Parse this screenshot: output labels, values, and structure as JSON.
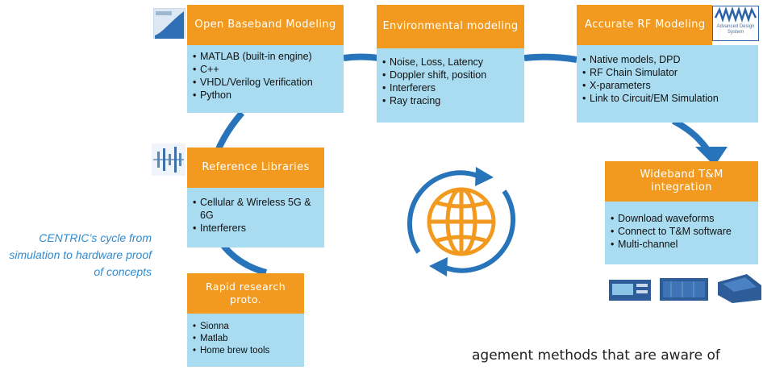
{
  "boxes": {
    "baseband": {
      "title": "Open Baseband Modeling",
      "items": [
        "MATLAB (built-in engine)",
        "C++",
        "VHDL/Verilog Verification",
        "Python"
      ]
    },
    "environmental": {
      "title": "Environmental modeling",
      "items": [
        "Noise, Loss, Latency",
        "Doppler shift, position",
        "Interferers",
        "Ray tracing"
      ]
    },
    "rf": {
      "title": "Accurate RF Modeling",
      "items": [
        "Native models, DPD",
        "RF Chain Simulator",
        "X-parameters",
        "Link to Circuit/EM Simulation"
      ]
    },
    "reference": {
      "title": "Reference Libraries",
      "items": [
        "Cellular & Wireless 5G & 6G",
        "Interferers"
      ]
    },
    "wideband": {
      "title": "Wideband T&M integration",
      "items": [
        "Download waveforms",
        "Connect to T&M software",
        "Multi-channel"
      ]
    },
    "rapid": {
      "title": "Rapid research proto.",
      "items": [
        "Sionna",
        "Matlab",
        "Home brew tools"
      ]
    }
  },
  "caption": "CENTRIC’s cycle from simulation to hardware proof of concepts",
  "bottom_text": "agement methods that are aware of",
  "logos": {
    "ads_text": "Advanced Design System"
  },
  "colors": {
    "header": "#f29a1f",
    "body": "#a9dcf0",
    "cycle": "#2874ba",
    "caption": "#2e8bd0",
    "globe": "#f29a1f"
  }
}
